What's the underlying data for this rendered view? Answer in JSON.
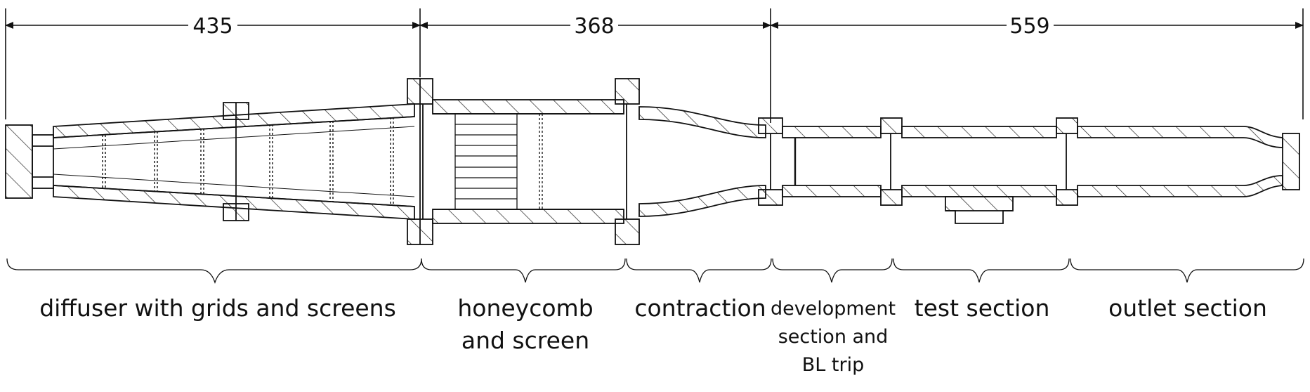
{
  "dimensions": {
    "span1": "435",
    "span2": "368",
    "span3": "559"
  },
  "sections": {
    "diffuser": "diffuser with grids and screens",
    "honeycomb": "honeycomb\nand screen",
    "contraction": "contraction",
    "development": "development\nsection and\nBL trip",
    "test": "test section",
    "outlet": "outlet section"
  },
  "colors": {
    "line": "#111111"
  }
}
